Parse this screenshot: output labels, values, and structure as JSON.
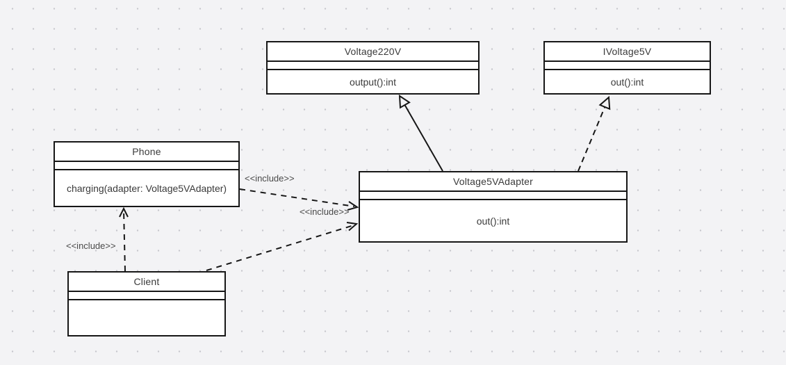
{
  "classes": [
    {
      "name": "Voltage220V",
      "attributes": "",
      "methods": "output():int"
    },
    {
      "name": "IVoltage5V",
      "attributes": "",
      "methods": "out():int"
    },
    {
      "name": "Phone",
      "attributes": "",
      "methods": "charging(adapter: Voltage5VAdapter)"
    },
    {
      "name": "Voltage5VAdapter",
      "attributes": "",
      "methods": "out():int"
    },
    {
      "name": "Client",
      "attributes": "",
      "methods": ""
    }
  ],
  "relations": [
    {
      "from": "Voltage5VAdapter",
      "to": "Voltage220V",
      "type": "generalization",
      "line": "solid",
      "arrowhead": "hollow-triangle",
      "label": ""
    },
    {
      "from": "Voltage5VAdapter",
      "to": "IVoltage5V",
      "type": "realization",
      "line": "dashed",
      "arrowhead": "hollow-triangle",
      "label": ""
    },
    {
      "from": "Client",
      "to": "Phone",
      "type": "dependency",
      "line": "dashed",
      "arrowhead": "open",
      "label": "<<include>>"
    },
    {
      "from": "Phone",
      "to": "Voltage5VAdapter",
      "type": "dependency",
      "line": "dashed",
      "arrowhead": "open",
      "label": "<<include>>"
    },
    {
      "from": "Client",
      "to": "Voltage5VAdapter",
      "type": "dependency",
      "line": "dashed",
      "arrowhead": "open",
      "label": "<<include>>"
    }
  ],
  "colors": {
    "canvas_bg": "#f3f3f5",
    "grid_dot": "#c6c6cc",
    "shape_fill": "#ffffff",
    "stroke": "#161616",
    "class_text": "#3a3a3a",
    "label_text": "#4a4a4a"
  }
}
